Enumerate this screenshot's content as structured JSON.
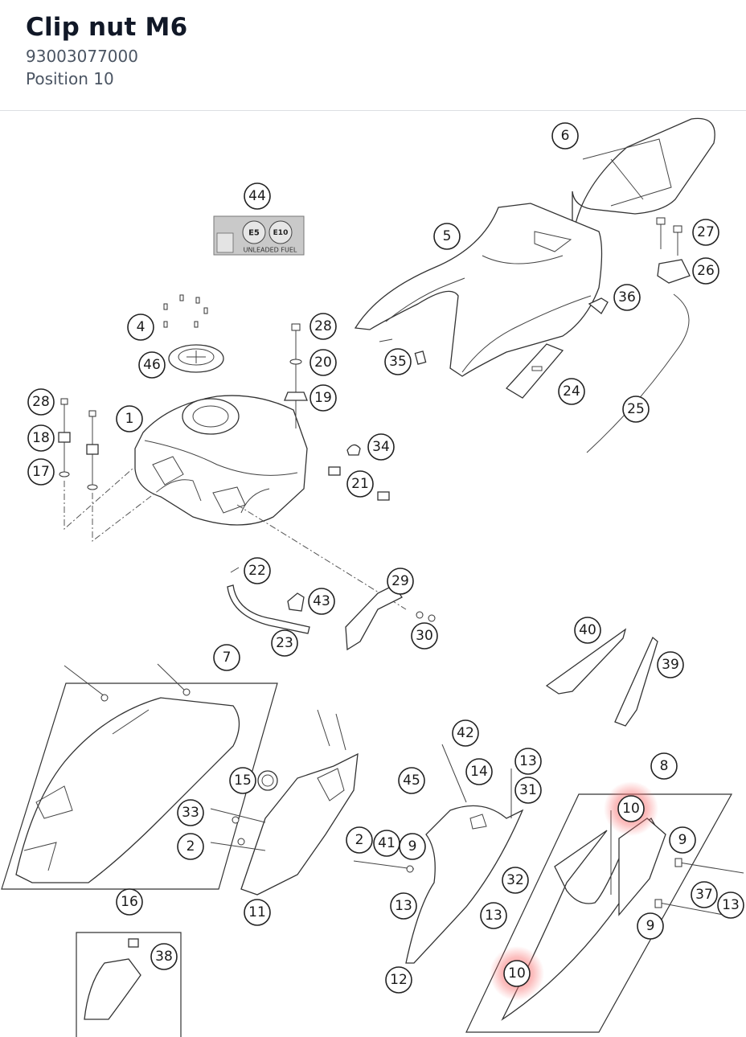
{
  "header": {
    "title": "Clip nut M6",
    "part_number": "93003077000",
    "position_label": "Position 10"
  },
  "callouts": {
    "c1": "1",
    "c2a": "2",
    "c2b": "2",
    "c4": "4",
    "c5": "5",
    "c6": "6",
    "c7": "7",
    "c8": "8",
    "c9a": "9",
    "c9b": "9",
    "c9c": "9",
    "c10a": "10",
    "c10b": "10",
    "c11": "11",
    "c12": "12",
    "c13a": "13",
    "c13b": "13",
    "c13c": "13",
    "c13d": "13",
    "c14": "14",
    "c15": "15",
    "c16": "16",
    "c17": "17",
    "c18": "18",
    "c19": "19",
    "c20": "20",
    "c21": "21",
    "c22": "22",
    "c23": "23",
    "c24": "24",
    "c25": "25",
    "c26": "26",
    "c27": "27",
    "c28a": "28",
    "c28b": "28",
    "c29": "29",
    "c30": "30",
    "c31": "31",
    "c32": "32",
    "c33": "33",
    "c34": "34",
    "c35": "35",
    "c36": "36",
    "c37": "37",
    "c38": "38",
    "c39": "39",
    "c40": "40",
    "c41": "41",
    "c42": "42",
    "c43": "43",
    "c44": "44",
    "c45": "45",
    "c46": "46"
  },
  "label_44": {
    "badge_e5": "E5",
    "badge_e10": "E10",
    "text": "UNLEADED FUEL"
  },
  "highlight_color": "#f87171"
}
